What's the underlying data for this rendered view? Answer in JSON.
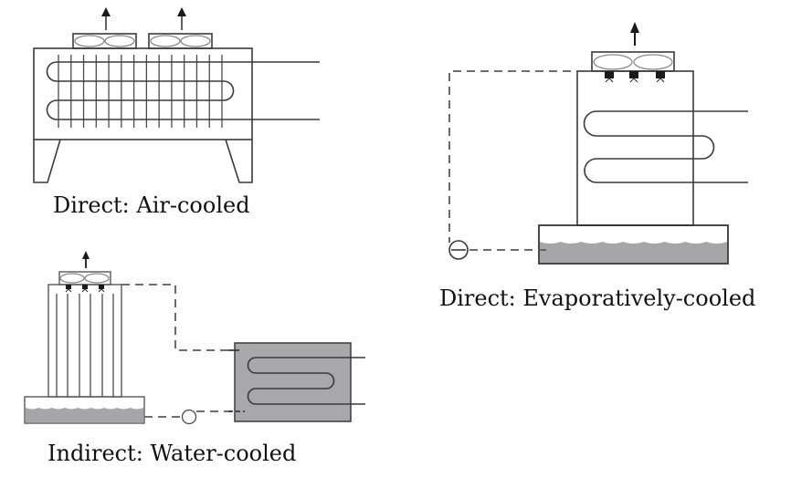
{
  "diagram": {
    "title": "Condenser cooling types",
    "panels": {
      "air_cooled": {
        "label": "Direct: Air-cooled",
        "fans": 2,
        "fin_count": 14
      },
      "evaporative": {
        "label": "Direct: Evaporatively-cooled",
        "nozzles": 3
      },
      "water_cooled": {
        "label": "Indirect: Water-cooled",
        "nozzles": 3,
        "fill_lines": 6
      }
    },
    "colors": {
      "line": "#3a3a3a",
      "water": "#a6a6a8",
      "exchanger_fill": "#a8a8aa",
      "nozzle": "#1a1a1a",
      "dashed_pipe": "#5a5a5a",
      "text": "#111111"
    }
  }
}
